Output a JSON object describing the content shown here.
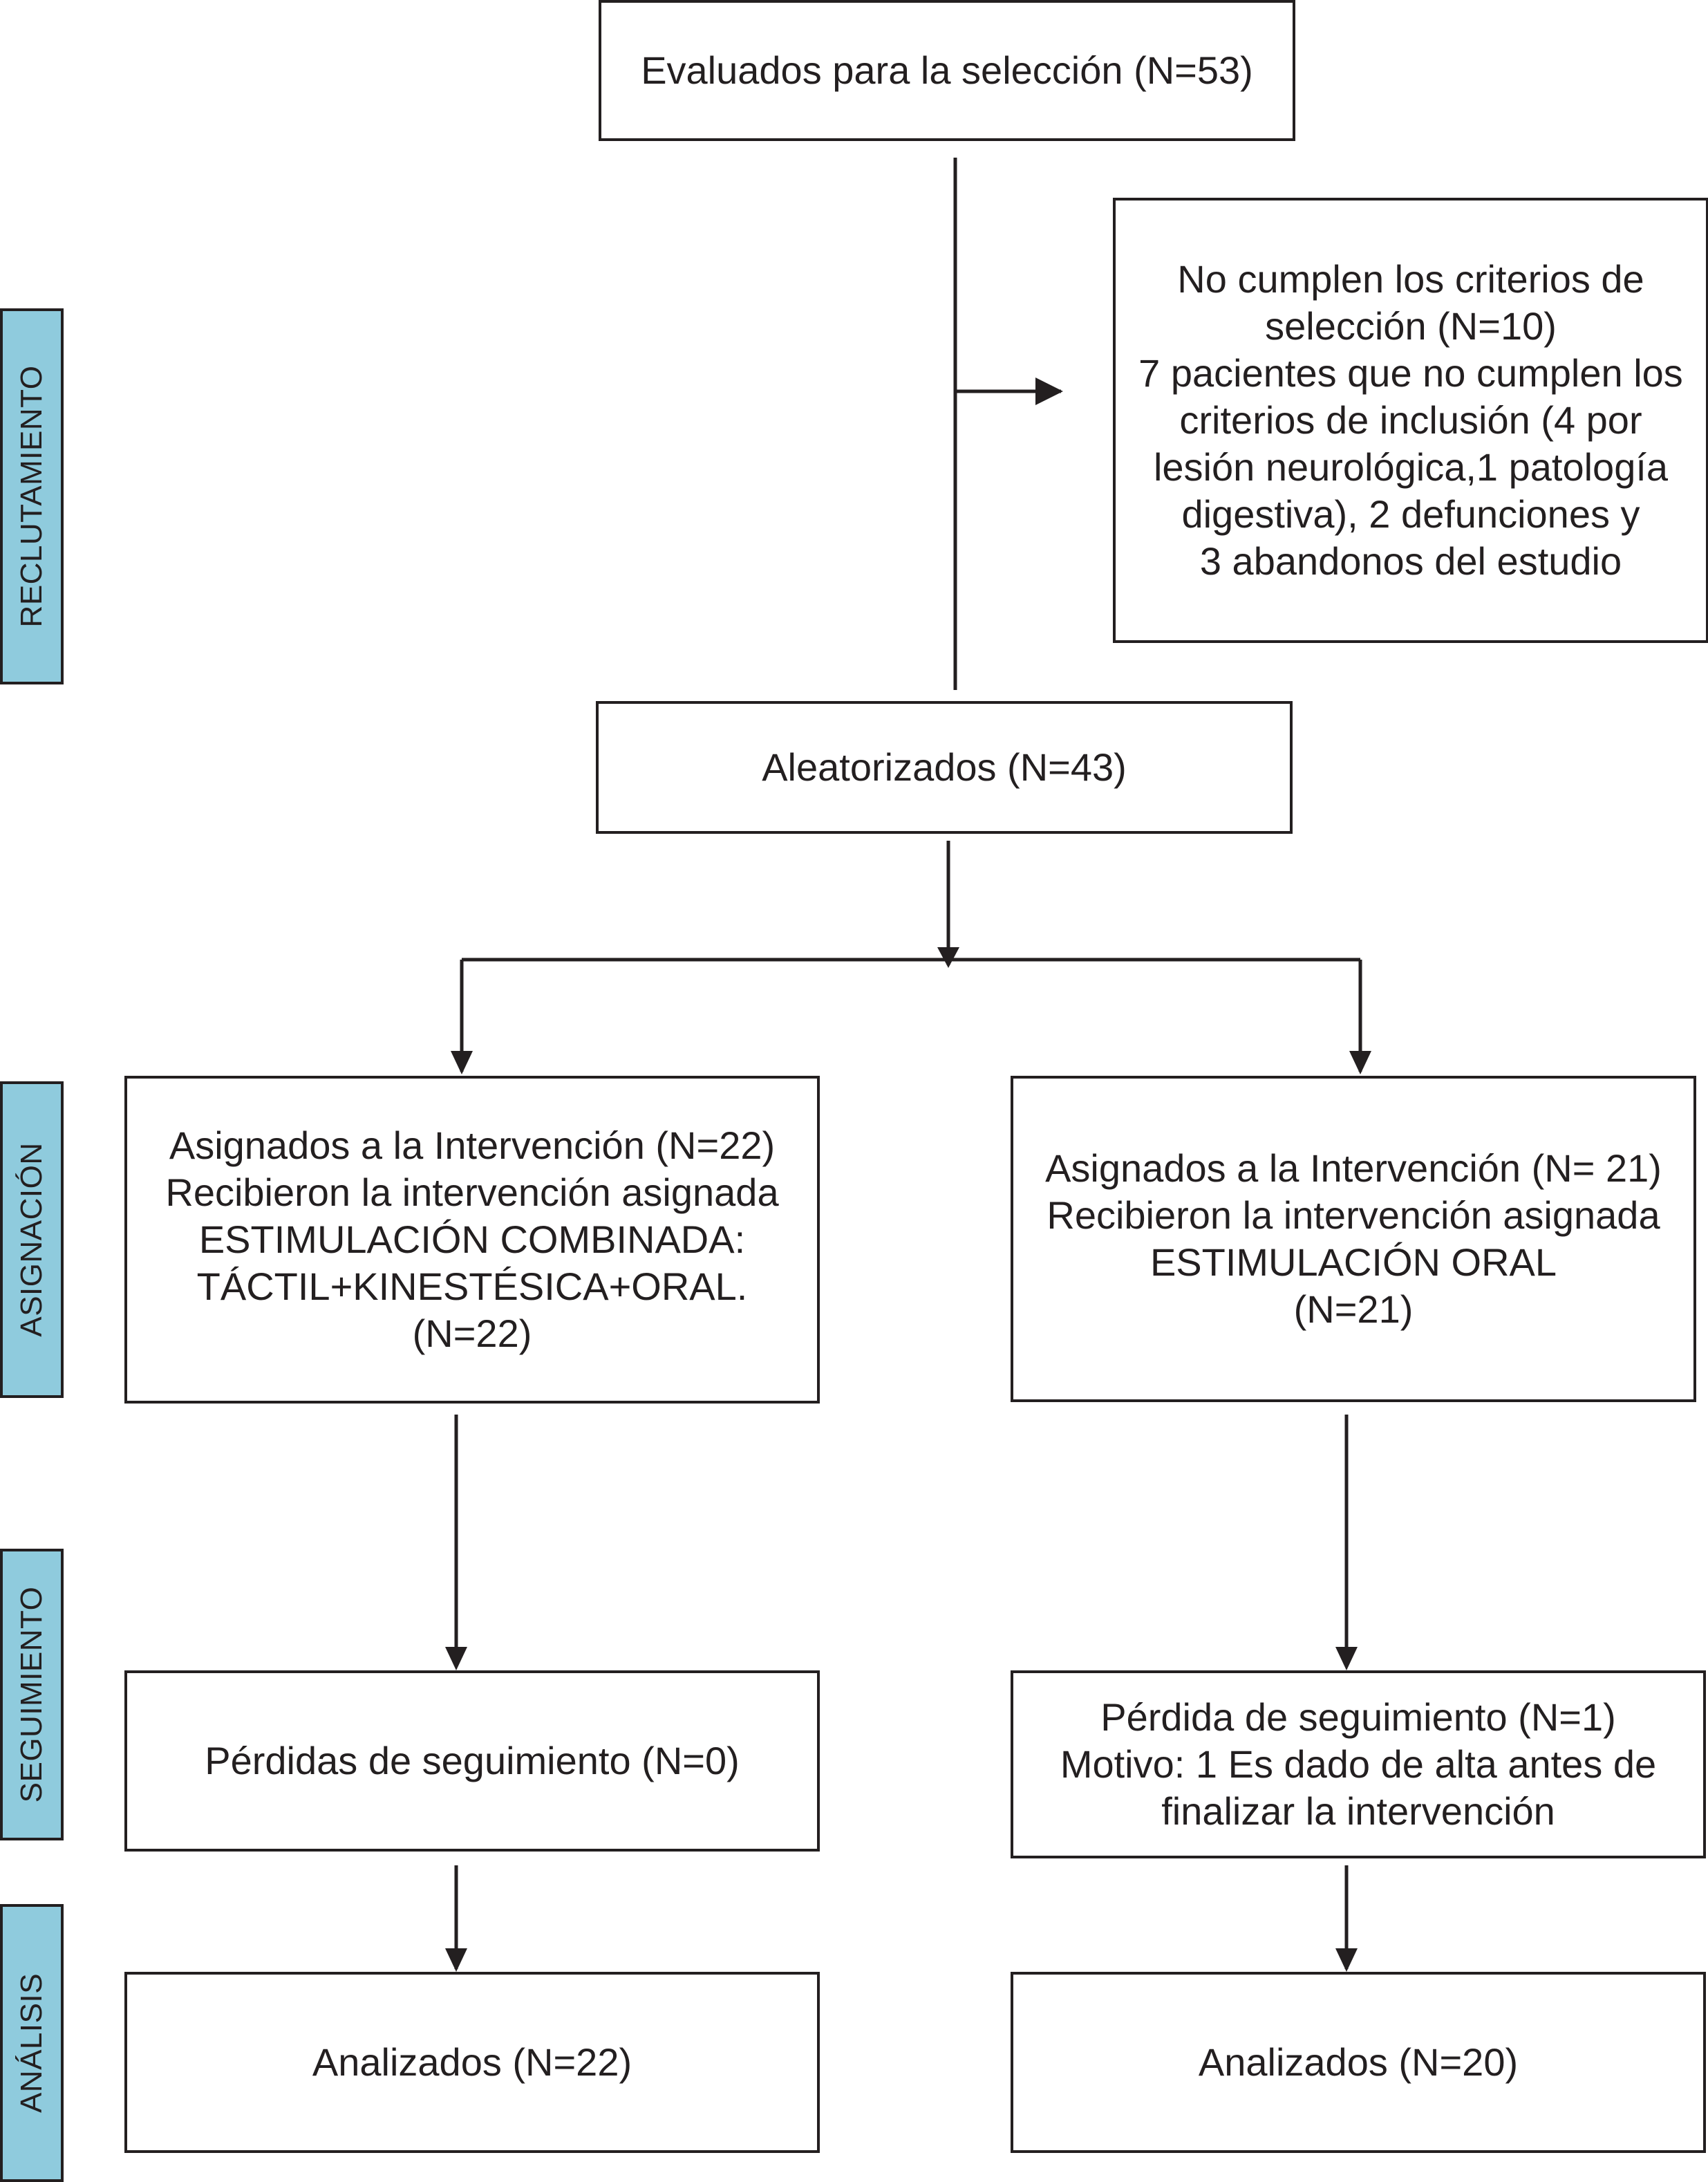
{
  "phases": {
    "recruitment": "RECLUTAMIENTO",
    "allocation": "ASIGNACIÓN",
    "followup": "SEGUIMIENTO",
    "analysis": "ANÁLISIS"
  },
  "assessed": {
    "text": "Evaluados para la selección (N=53)"
  },
  "excluded": {
    "lines": [
      "No cumplen los criterios de",
      "selección (N=10)",
      "7 pacientes que no cumplen los",
      "criterios de inclusión (4 por",
      "lesión neurológica,1 patología",
      "digestiva), 2 defunciones y",
      "3 abandonos del estudio"
    ]
  },
  "randomized": {
    "text": "Aleatorizados (N=43)"
  },
  "left_alloc": {
    "lines": [
      "Asignados a la Intervención (N=22)",
      "Recibieron la intervención asignada",
      "ESTIMULACIÓN COMBINADA:",
      "TÁCTIL+KINESTÉSICA+ORAL.",
      "(N=22)"
    ]
  },
  "right_alloc": {
    "lines": [
      "Asignados a la Intervención (N= 21)",
      "Recibieron la intervención asignada",
      "ESTIMULACIÓN ORAL",
      "(N=21)"
    ]
  },
  "left_followup": {
    "text": "Pérdidas de seguimiento (N=0)"
  },
  "right_followup": {
    "lines": [
      "Pérdida de seguimiento (N=1)",
      "Motivo: 1 Es dado de alta antes de",
      "finalizar la intervención"
    ]
  },
  "left_analysis": {
    "text": "Analizados (N=22)"
  },
  "right_analysis": {
    "text": "Analizados (N=20)"
  }
}
